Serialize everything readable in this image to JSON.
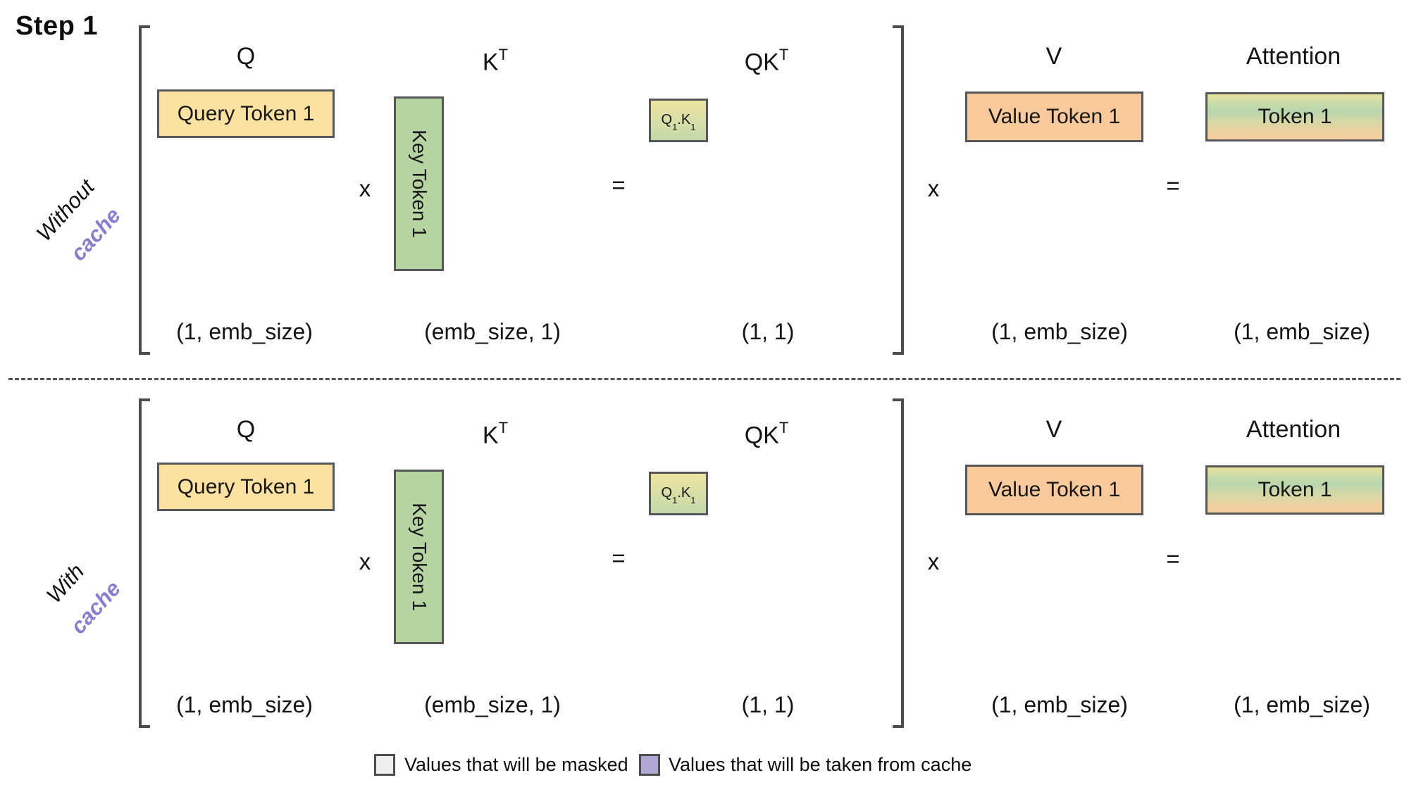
{
  "title": "Step 1",
  "rows": [
    {
      "row_label_main": "Without",
      "row_label_accent": "cache",
      "q_header": "Q",
      "k_header_base": "K",
      "k_header_sup": "T",
      "qk_header_base": "QK",
      "qk_header_sup": "T",
      "v_header": "V",
      "attn_header": "Attention",
      "q_box": "Query Token 1",
      "k_box": "Key Token 1",
      "qk_cell": {
        "q": "Q",
        "q_sub": "1",
        "dot": ".",
        "k": "K",
        "k_sub": "1"
      },
      "v_box": "Value Token 1",
      "attn_box": "Token 1",
      "times1": "x",
      "equals1": "=",
      "times2": "x",
      "equals2": "=",
      "dims": {
        "q": "(1, emb_size)",
        "k": "(emb_size, 1)",
        "qk": "(1, 1)",
        "v": "(1, emb_size)",
        "attn": "(1, emb_size)"
      }
    },
    {
      "row_label_main": "With",
      "row_label_accent": "cache",
      "q_header": "Q",
      "k_header_base": "K",
      "k_header_sup": "T",
      "qk_header_base": "QK",
      "qk_header_sup": "T",
      "v_header": "V",
      "attn_header": "Attention",
      "q_box": "Query Token 1",
      "k_box": "Key Token 1",
      "qk_cell": {
        "q": "Q",
        "q_sub": "1",
        "dot": ".",
        "k": "K",
        "k_sub": "1"
      },
      "v_box": "Value Token 1",
      "attn_box": "Token 1",
      "times1": "x",
      "equals1": "=",
      "times2": "x",
      "equals2": "=",
      "dims": {
        "q": "(1, emb_size)",
        "k": "(emb_size, 1)",
        "qk": "(1, 1)",
        "v": "(1, emb_size)",
        "attn": "(1, emb_size)"
      }
    }
  ],
  "legend": [
    {
      "label": "Values that will be masked",
      "color": "#f1f0ee"
    },
    {
      "label": "Values that will be taken from cache",
      "color": "#b2a6d4"
    }
  ],
  "colors": {
    "query_box": "#fbe2a0",
    "key_box": "#b6d4a2",
    "value_box": "#f8ca9b",
    "qk_gradient_top": "#eee4a0",
    "qk_gradient_bottom": "#c3d9ab",
    "attention_gradient_top": "#e8e39e",
    "attention_gradient_mid": "#b9d6ae",
    "attention_gradient_bottom": "#f4cf9f",
    "cache_text": "#8a7dd1",
    "line": "#4d4d4d"
  }
}
